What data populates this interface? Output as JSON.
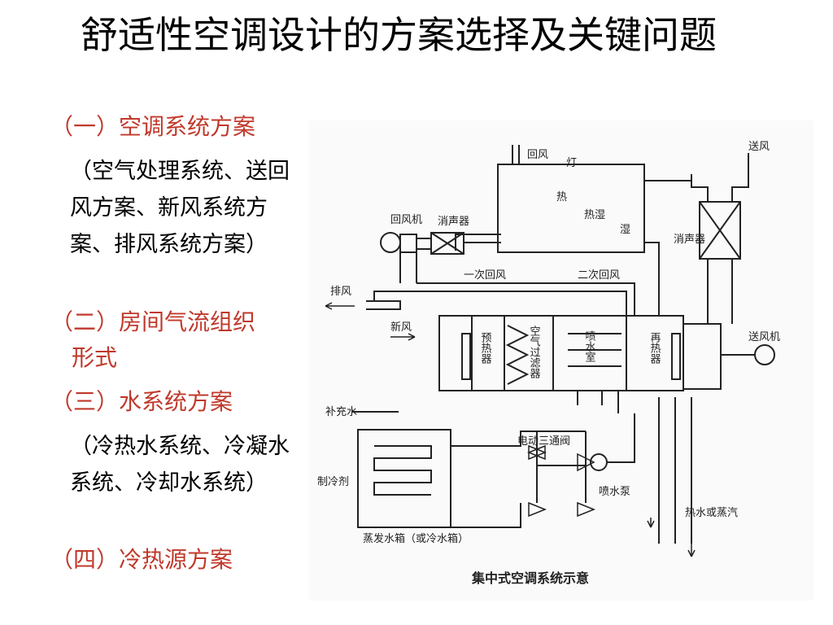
{
  "slide": {
    "title": "舒适性空调设计的方案选择及关键问题",
    "sections": [
      {
        "label": "（一）空调系统方案",
        "sub": "（空气处理系统、送回风方案、新风系统方案、排风系统方案）"
      },
      {
        "label": "（二）房间气流组织",
        "label_cont": "形式"
      },
      {
        "label": "（三）水系统方案",
        "sub": "（冷热水系统、冷凝水系统、冷却水系统）"
      },
      {
        "label": "（四）冷热源方案"
      }
    ],
    "accent_color": "#c0392b"
  },
  "diagram": {
    "labels": {
      "return_air": "回风",
      "lamp": "灯",
      "heat": "热",
      "heat_humidity": "热湿",
      "humidity": "湿",
      "supply_air": "送风",
      "return_fan": "回风机",
      "silencer": "消声器",
      "silencer2": "消声器",
      "exhaust": "排风",
      "primary_return": "一次回风",
      "secondary_return": "二次回风",
      "fresh_air": "新风",
      "preheater": "预热器",
      "air_filter": "空气过滤器",
      "spray_chamber": "喷水室",
      "reheater": "再热器",
      "supply_fan": "送风机",
      "makeup_water": "补充水",
      "refrigerant": "制冷剂",
      "three_way_valve": "电动三通阀",
      "spray_pump": "喷水泵",
      "hot_water_steam": "热水或蒸汽",
      "evaporator_tank": "蒸发水箱（或冷水箱）",
      "caption": "集中式空调系统示意"
    }
  }
}
